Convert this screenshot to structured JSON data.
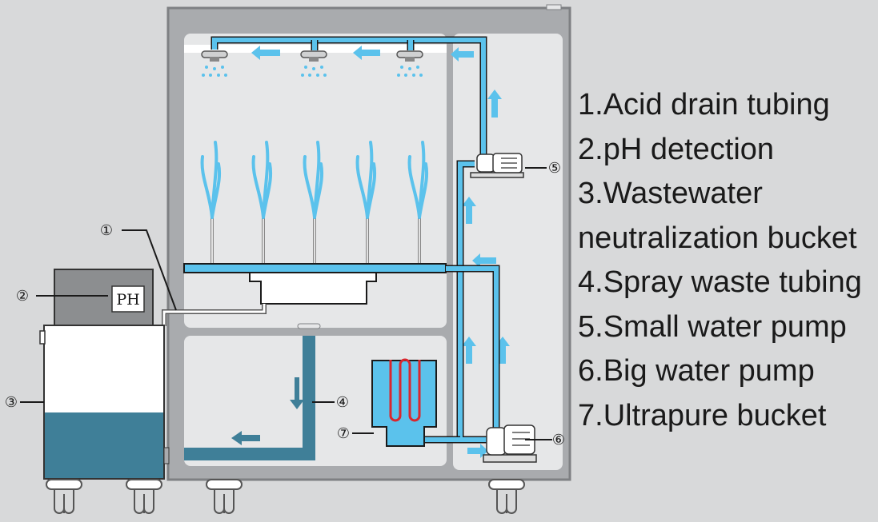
{
  "callouts": [
    {
      "id": "1",
      "symbol": "①"
    },
    {
      "id": "2",
      "symbol": "②"
    },
    {
      "id": "3",
      "symbol": "③"
    },
    {
      "id": "4",
      "symbol": "④"
    },
    {
      "id": "5",
      "symbol": "⑤"
    },
    {
      "id": "6",
      "symbol": "⑥"
    },
    {
      "id": "7",
      "symbol": "⑦"
    }
  ],
  "ph_label": "PH",
  "legend": [
    "1.Acid drain tubing",
    "2.pH detection",
    "3.Wastewater",
    "neutralization bucket",
    "4.Spray waste tubing",
    "5.Small water pump",
    "6.Big water pump",
    "7.Ultrapure bucket"
  ],
  "colors": {
    "water": "#5bc2ec",
    "waste": "#3f7f98",
    "cabinet": "#a9abae",
    "panel": "#e6e7e8",
    "heater": "#d9272e"
  },
  "icons": [
    "spray-nozzle-icon",
    "flow-arrow-icon",
    "pump-icon",
    "caster-wheel-icon",
    "heater-coil-icon"
  ]
}
